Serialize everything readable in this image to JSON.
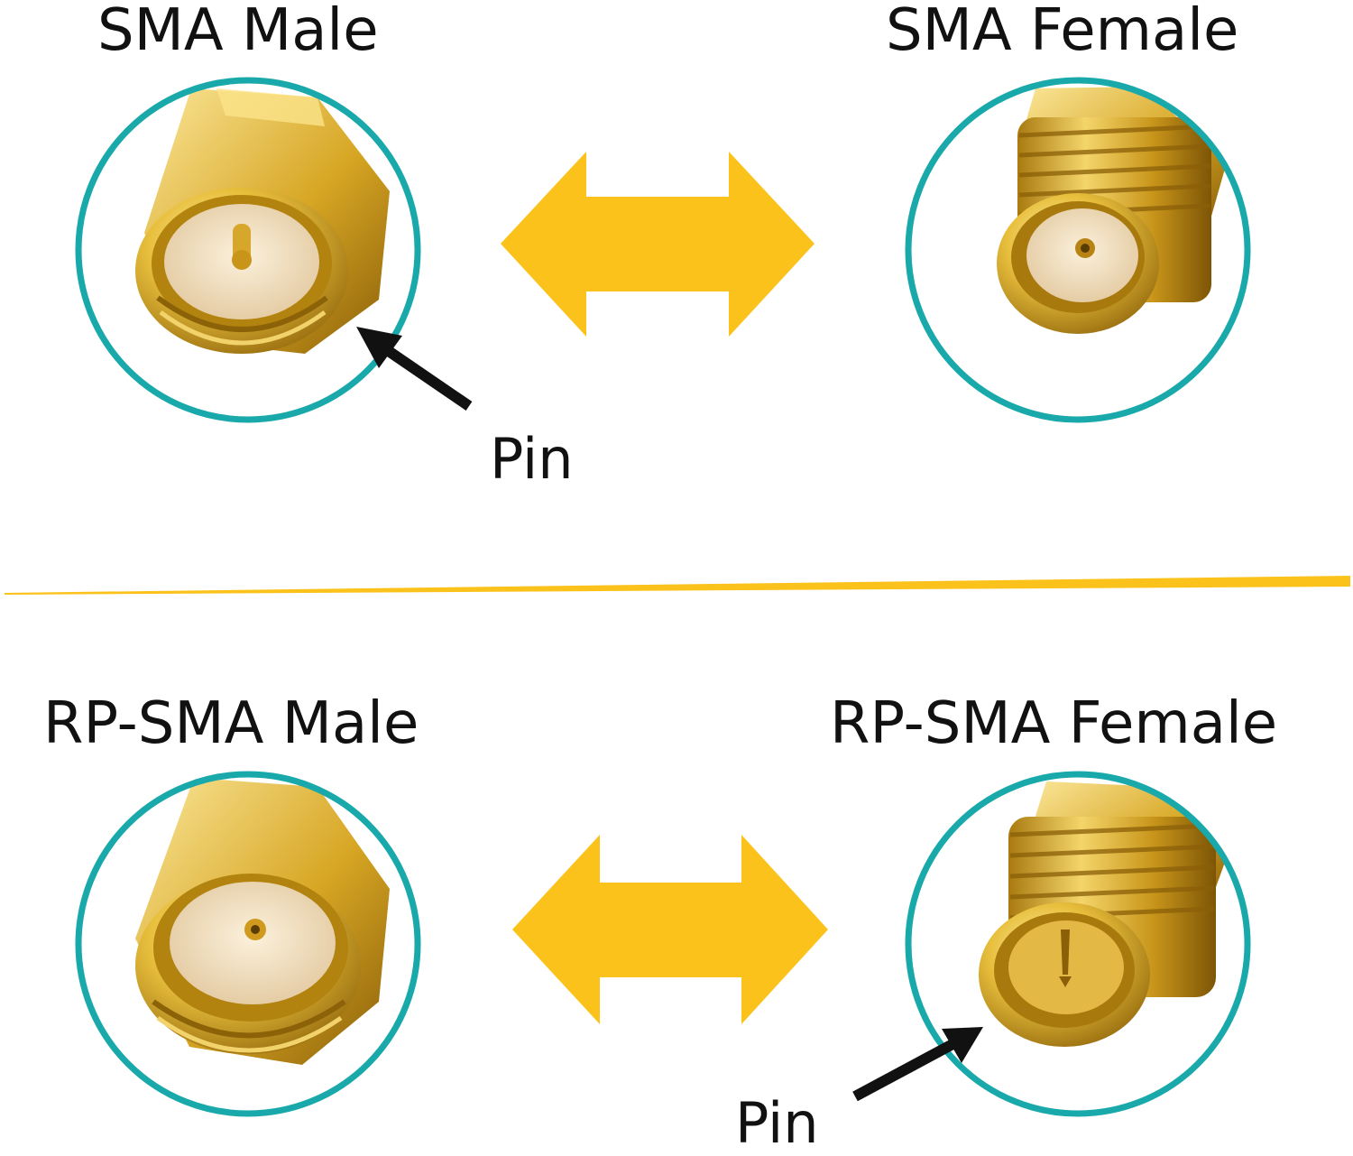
{
  "top": {
    "left_title": "SMA Male",
    "right_title": "SMA Female",
    "pin_label": "Pin"
  },
  "bottom": {
    "left_title": "RP-SMA Male",
    "right_title": "RP-SMA Female",
    "pin_label": "Pin"
  },
  "colors": {
    "ring": "#1aa9aa",
    "arrow": "#fcc21c",
    "divider": "#fcc21c",
    "gold_light": "#f7dd7a",
    "gold_mid": "#d9a924",
    "gold_dark": "#9c6f0c",
    "pointer": "#111111"
  },
  "icons": [
    "double-arrow-icon",
    "pointer-arrow-icon",
    "connector-photo"
  ]
}
